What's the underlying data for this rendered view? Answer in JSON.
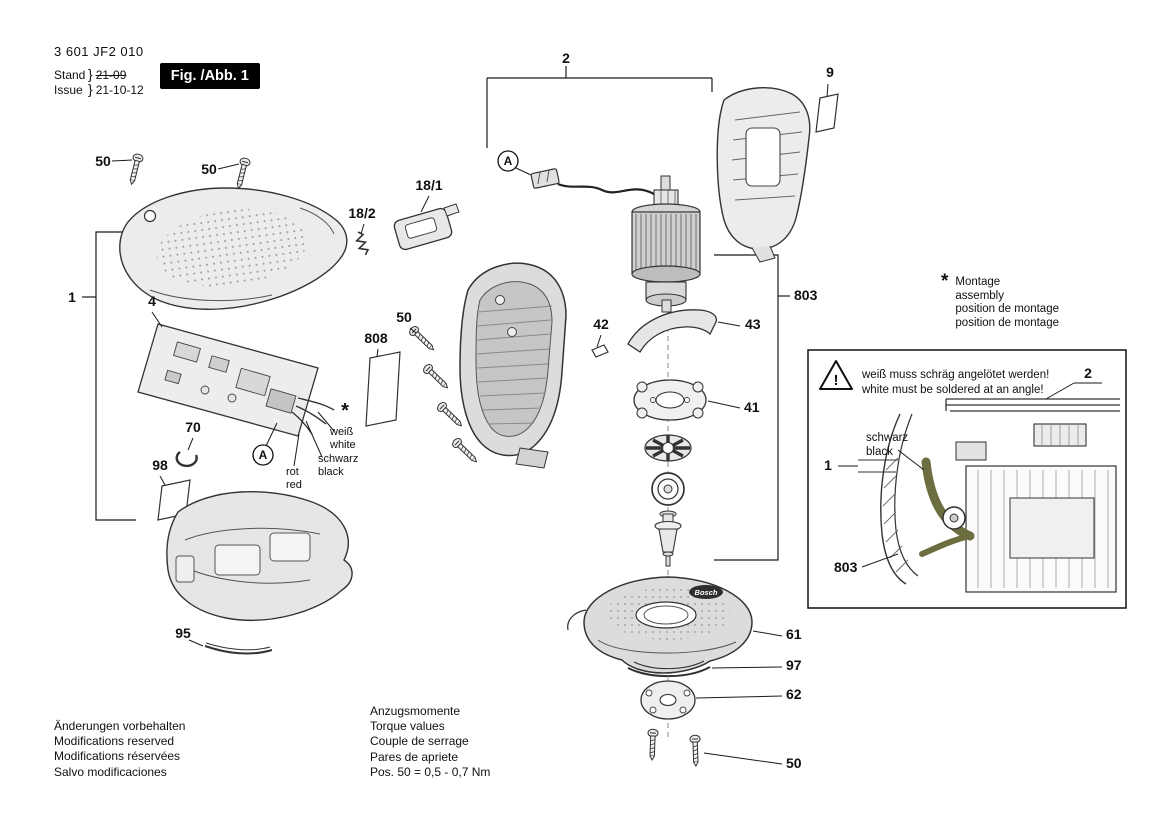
{
  "meta": {
    "part_number": "3 601 JF2 010",
    "stand_label": "Stand",
    "stand_value": "21-09",
    "issue_label": "Issue",
    "issue_value": "21-10-12",
    "brace": "}",
    "figure_label": "Fig. /Abb. 1"
  },
  "callouts": {
    "1": "1",
    "2": "2",
    "4": "4",
    "9": "9",
    "18_1": "18/1",
    "18_2": "18/2",
    "41": "41",
    "42": "42",
    "43": "43",
    "50": "50",
    "61": "61",
    "62": "62",
    "70": "70",
    "95": "95",
    "97": "97",
    "98": "98",
    "803": "803",
    "808": "808"
  },
  "markers": {
    "a": "A",
    "star": "*",
    "excl": "!"
  },
  "wire_labels": {
    "weiss": "weiß",
    "white": "white",
    "schwarz": "schwarz",
    "black": "black",
    "rot": "rot",
    "red": "red"
  },
  "brand": "Bosch",
  "notes": {
    "modifications": [
      "Änderungen vorbehalten",
      "Modifications reserved",
      "Modifications réservées",
      "Salvo modificaciones"
    ],
    "torque": [
      "Anzugsmomente",
      "Torque values",
      "Couple de serrage",
      "Pares de apriete",
      "Pos. 50 =  0,5 - 0,7 Nm"
    ],
    "montage": [
      "Montage",
      "assembly",
      "position de montage",
      "position de montage"
    ]
  },
  "inset": {
    "warning_de": "weiß  muss schräg angelötet werden!",
    "warning_en": "white  must be soldered at an angle!",
    "schwarz": "schwarz",
    "black": "black",
    "c1": "1",
    "c2": "2",
    "c803": "803"
  },
  "colors": {
    "line": "#1a1a1a",
    "wire_highlight": "#6d6e3f",
    "figure_box": "#000000"
  }
}
